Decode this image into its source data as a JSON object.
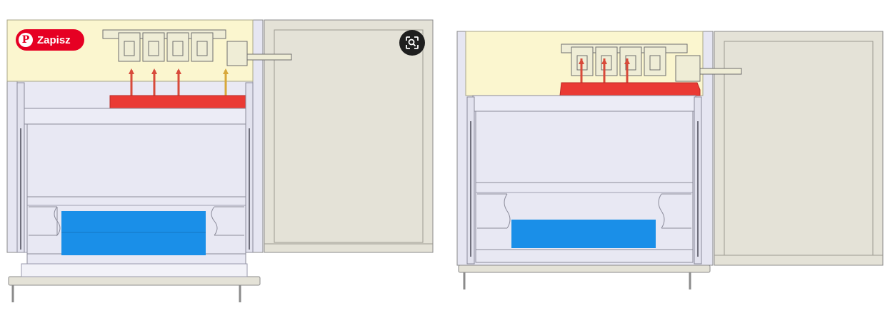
{
  "overlay": {
    "save_button_label": "Zapisz",
    "pinterest_icon": "pinterest-logo-icon",
    "visual_search_icon": "visual-search-icon"
  },
  "diagram": {
    "panels": [
      {
        "name": "left-drawing",
        "hinge_pins": 4,
        "pin_colors": [
          "#d84a3a",
          "#d84a3a",
          "#d84a3a",
          "#d8a83a"
        ]
      },
      {
        "name": "right-drawing",
        "hinge_pins": 3,
        "pin_colors": [
          "#d84a3a",
          "#d84a3a",
          "#d84a3a"
        ]
      }
    ],
    "colors": {
      "top_band": "#fbf6cf",
      "cabinet": "#e6e6f2",
      "door": "#e4e2d7",
      "clamp": "#ea3a34",
      "label_block": "#1a8fe8",
      "outline": "#8b8b8b"
    }
  }
}
